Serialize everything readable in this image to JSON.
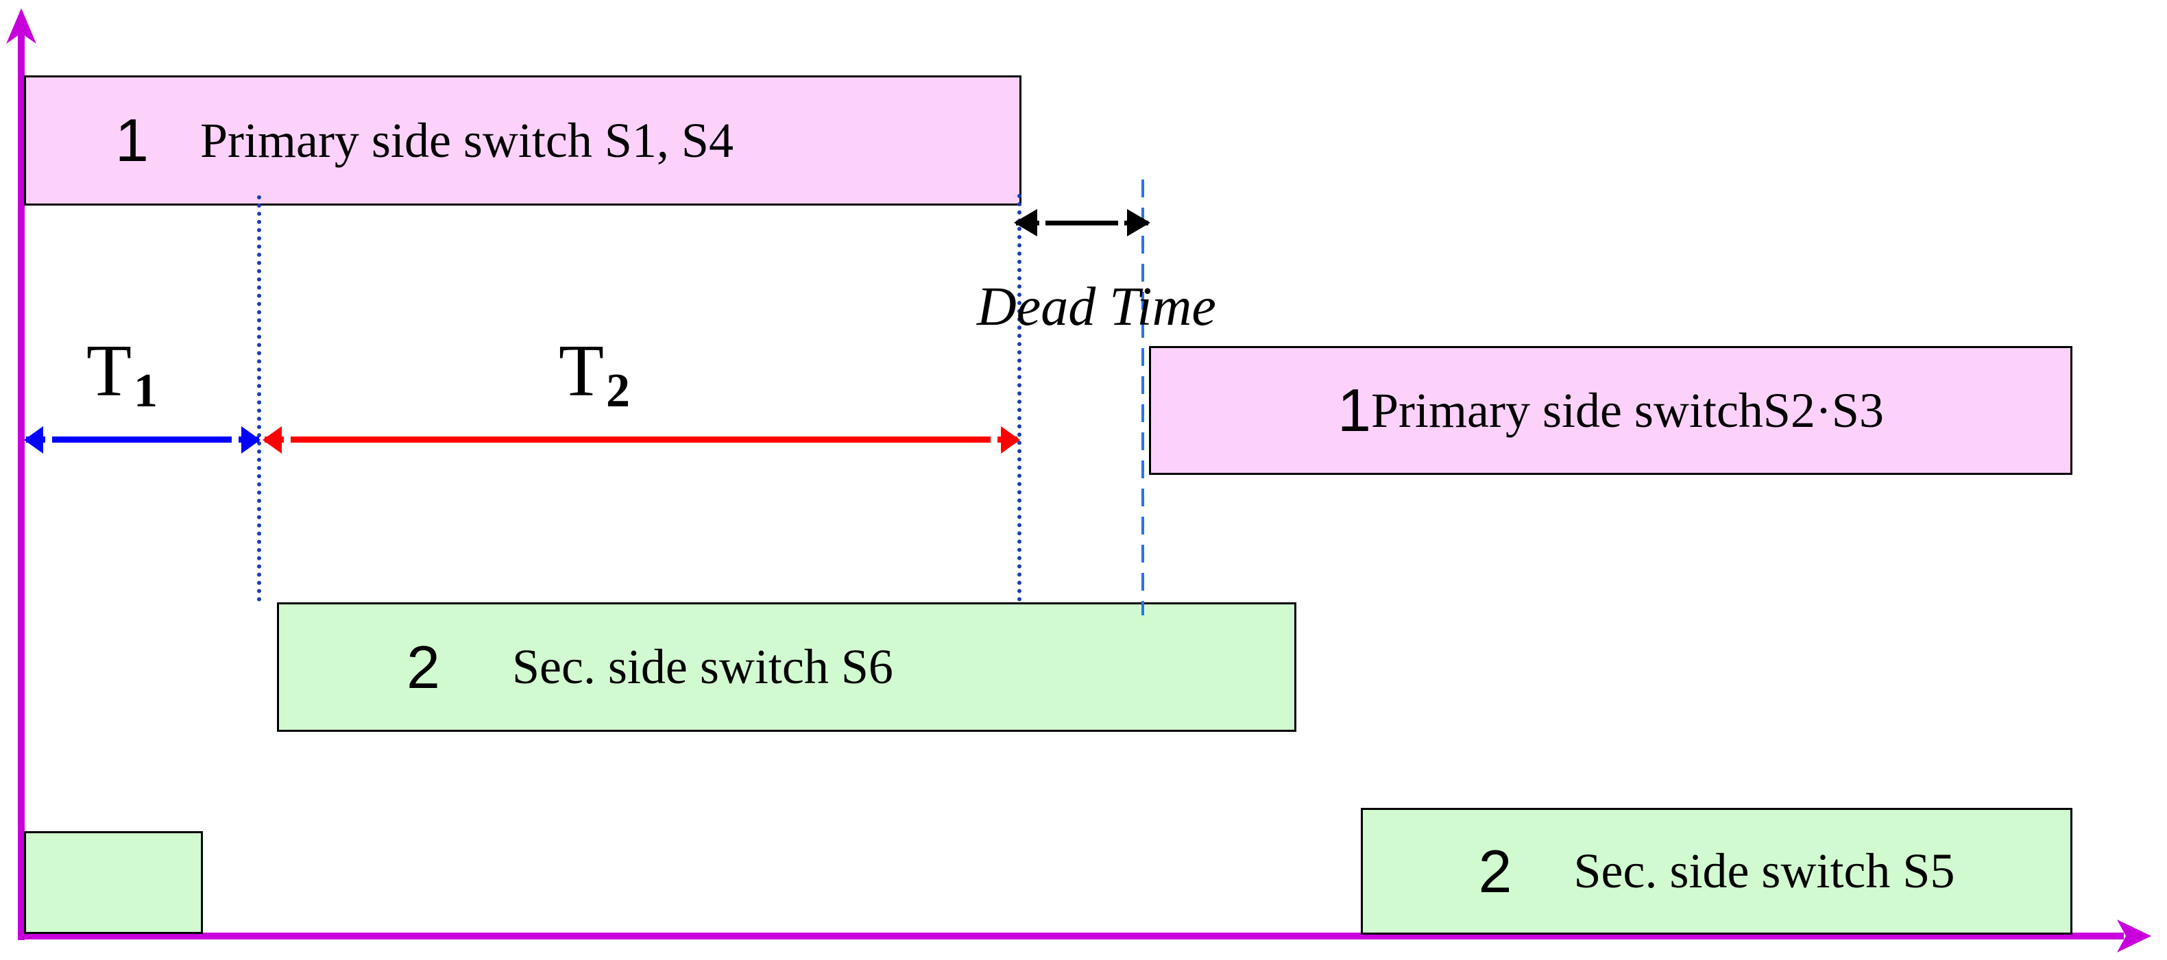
{
  "figure": {
    "description": "Switching timing diagram with primary and secondary side switch intervals"
  },
  "labels": {
    "dead_time": "Dead Time",
    "t1": {
      "base": "T",
      "sub": "1"
    },
    "t2": {
      "base": "T",
      "sub": "2"
    }
  },
  "boxes": [
    {
      "number": "1",
      "label": "Primary side switch S1, S4"
    },
    {
      "number": "1",
      "label": "Primary side switchS2·S3"
    },
    {
      "number": "2",
      "label": "Sec. side switch S6"
    },
    {
      "number": "2",
      "label": "Sec. side switch S5"
    },
    {
      "number": "",
      "label": ""
    }
  ],
  "colors": {
    "pink": "#FCD2FA",
    "green": "#D2FAD0",
    "magenta_axis": "#C800DC",
    "blue_arrow": "#0000FF",
    "red_arrow": "#FF0000",
    "black_arrow": "#000000",
    "dotted_guide": "#1B3FAE",
    "dashed_guide": "#2B74E8",
    "box_border": "#000000"
  }
}
